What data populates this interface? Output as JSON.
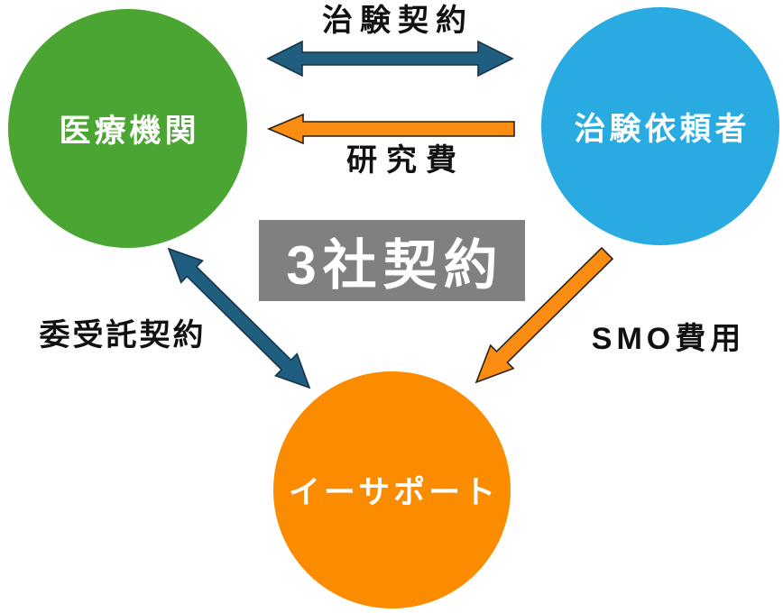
{
  "diagram": {
    "title": "3社契約",
    "center_box": {
      "label": "3社契約",
      "bg_color": "#808080",
      "text_color": "#FFFFFF"
    },
    "nodes": [
      {
        "id": "medical-institution",
        "label": "医療機関",
        "color": "#4BA532",
        "text_color": "#FFFFFF"
      },
      {
        "id": "trial-sponsor",
        "label": "治験依頼者",
        "color": "#29ABE2",
        "text_color": "#FFFFFF"
      },
      {
        "id": "esupport",
        "label": "イーサポート",
        "color": "#FB8C00",
        "text_color": "#FFFFFF"
      }
    ],
    "edges": [
      {
        "id": "trial-contract",
        "label": "治験契約",
        "from": "medical-institution",
        "to": "trial-sponsor",
        "direction": "both",
        "color": "#205E80"
      },
      {
        "id": "research-fee",
        "label": "研究費",
        "from": "trial-sponsor",
        "to": "medical-institution",
        "direction": "one-way",
        "color": "#FB8E12"
      },
      {
        "id": "consignment-contract",
        "label": "委受託契約",
        "from": "medical-institution",
        "to": "esupport",
        "direction": "both",
        "color": "#205E80"
      },
      {
        "id": "smo-fee",
        "label": "SMO費用",
        "from": "trial-sponsor",
        "to": "esupport",
        "direction": "one-way",
        "color": "#FB8E12"
      }
    ]
  }
}
